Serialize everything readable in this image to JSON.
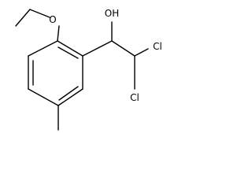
{
  "molecule": {
    "atoms": [
      {
        "id": "O_ether",
        "label": "O"
      },
      {
        "id": "OH",
        "label": "OH"
      },
      {
        "id": "Cl_upper",
        "label": "Cl"
      },
      {
        "id": "Cl_lower",
        "label": "Cl"
      }
    ]
  }
}
